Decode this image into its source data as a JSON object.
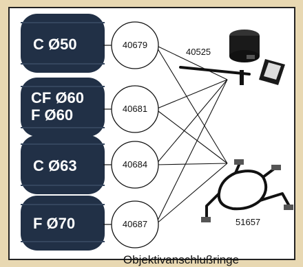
{
  "rings": [
    {
      "lines": [
        "C Ø50"
      ],
      "code": "40679"
    },
    {
      "lines": [
        "CF Ø60",
        "F Ø60"
      ],
      "code": "40681"
    },
    {
      "lines": [
        "C Ø63"
      ],
      "code": "40684"
    },
    {
      "lines": [
        "F Ø70"
      ],
      "code": "40687"
    }
  ],
  "parts": [
    {
      "code": "40525"
    },
    {
      "code": "51657"
    }
  ],
  "caption": "Objektivanschlußringe",
  "colors": {
    "ring": "#213046",
    "background": "#e8d8b2",
    "panel": "#ffffff"
  }
}
